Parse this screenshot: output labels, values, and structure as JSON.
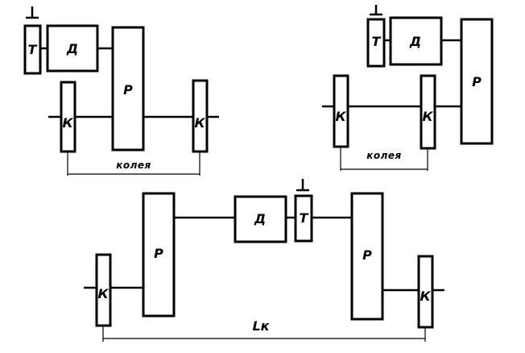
{
  "labels": {
    "brake": "Т",
    "engine": "Д",
    "gearbox": "Р",
    "wheel": "К",
    "track": "колея",
    "wheelbase": "Lк"
  }
}
